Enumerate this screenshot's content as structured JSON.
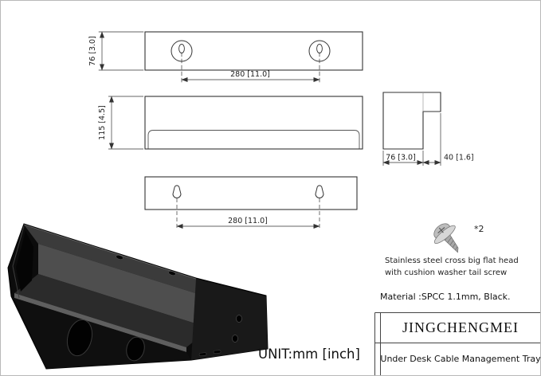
{
  "page": {
    "unit_label": "UNIT:mm [inch]"
  },
  "views": {
    "top": {
      "width_dim": "76 [3.0]",
      "hole_spacing_dim": "280 [11.0]"
    },
    "front": {
      "height_dim": "115 [4.5]"
    },
    "side": {
      "depth_dim": "76 [3.0]",
      "flange_dim": "40 [1.6]"
    },
    "bottom": {
      "hole_spacing_dim": "280 [11.0]"
    }
  },
  "screw": {
    "quantity": "*2",
    "description_line1": "Stainless steel cross big flat head",
    "description_line2": "with cushion washer tail screw"
  },
  "material_note": "Material :SPCC 1.1mm,  Black.",
  "title_block": {
    "brand": "JINGCHENGMEI",
    "product": "Under Desk Cable Management Tray"
  },
  "colors": {
    "tray_black": "#111111",
    "drawing_line": "#333333"
  }
}
